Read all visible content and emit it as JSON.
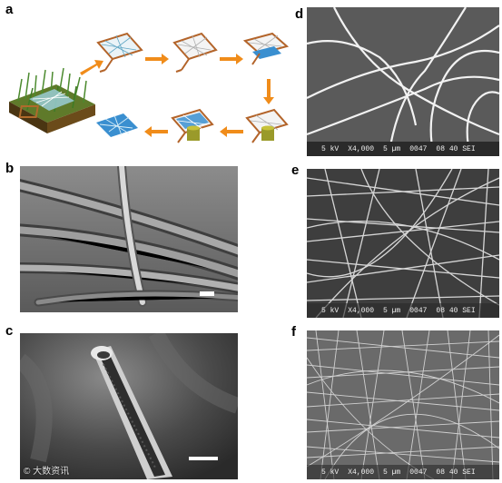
{
  "figure": {
    "panels": [
      {
        "label": "a"
      },
      {
        "label": "b"
      },
      {
        "label": "c"
      },
      {
        "label": "d",
        "databar": {
          "voltage": "5 kV",
          "magnification": "X4,000",
          "scale": "5 µm",
          "image_no": "0047",
          "wd_detector": "08 40 SEI"
        }
      },
      {
        "label": "e",
        "databar": {
          "voltage": "5 kV",
          "magnification": "X4,000",
          "scale": "5 µm",
          "image_no": "0047",
          "wd_detector": "08 40 SEI"
        }
      },
      {
        "label": "f",
        "databar": {
          "voltage": "5 kV",
          "magnification": "X4,000",
          "scale": "5 µm",
          "image_no": "0047",
          "wd_detector": "08 40 SEI"
        }
      }
    ]
  },
  "watermark": "© 大数资讯"
}
